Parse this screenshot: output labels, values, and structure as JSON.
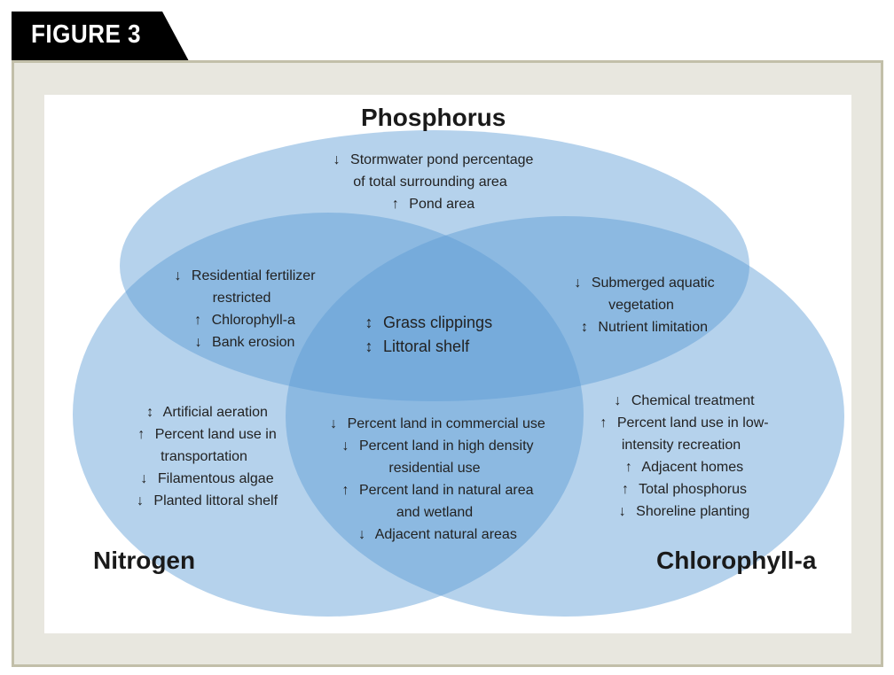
{
  "figure_label": "FIGURE 3",
  "sets": {
    "phosphorus": "Phosphorus",
    "nitrogen": "Nitrogen",
    "chlorophyll": "Chlorophyll-a"
  },
  "colors": {
    "fill": "#5b9bd5",
    "frame": "#e8e7df"
  },
  "regions": {
    "p_only": [
      {
        "arrow": "↓",
        "text": "Stormwater pond percentage"
      },
      {
        "arrow": "",
        "text": "of total surrounding area"
      },
      {
        "arrow": "↑",
        "text": "Pond area"
      }
    ],
    "pn": [
      {
        "arrow": "↓",
        "text": "Residential fertilizer"
      },
      {
        "arrow": "",
        "text": "restricted"
      },
      {
        "arrow": "↑",
        "text": "Chlorophyll-a"
      },
      {
        "arrow": "↓",
        "text": "Bank erosion"
      }
    ],
    "pnc": [
      {
        "arrow": "↕",
        "text": "Grass clippings"
      },
      {
        "arrow": "↕",
        "text": "Littoral shelf"
      }
    ],
    "pc": [
      {
        "arrow": "↓",
        "text": "Submerged aquatic"
      },
      {
        "arrow": "",
        "text": "vegetation"
      },
      {
        "arrow": "↕",
        "text": "Nutrient limitation"
      }
    ],
    "n_only": [
      {
        "arrow": "↕",
        "text": "Artificial aeration"
      },
      {
        "arrow": "↑",
        "text": "Percent land use in"
      },
      {
        "arrow": "",
        "text": "transportation"
      },
      {
        "arrow": "↓",
        "text": "Filamentous algae"
      },
      {
        "arrow": "↓",
        "text": "Planted littoral shelf"
      }
    ],
    "nc": [
      {
        "arrow": "↓",
        "text": "Percent land in commercial use"
      },
      {
        "arrow": "↓",
        "text": "Percent land in high density"
      },
      {
        "arrow": "",
        "text": "residential use"
      },
      {
        "arrow": "↑",
        "text": "Percent land in natural area"
      },
      {
        "arrow": "",
        "text": "and wetland"
      },
      {
        "arrow": "↓",
        "text": "Adjacent natural areas"
      }
    ],
    "c_only": [
      {
        "arrow": "↓",
        "text": "Chemical treatment"
      },
      {
        "arrow": "↑",
        "text": "Percent land use in low-"
      },
      {
        "arrow": "",
        "text": "intensity recreation"
      },
      {
        "arrow": "↑",
        "text": "Adjacent homes"
      },
      {
        "arrow": "↑",
        "text": "Total phosphorus"
      },
      {
        "arrow": "↓",
        "text": "Shoreline planting"
      }
    ]
  }
}
